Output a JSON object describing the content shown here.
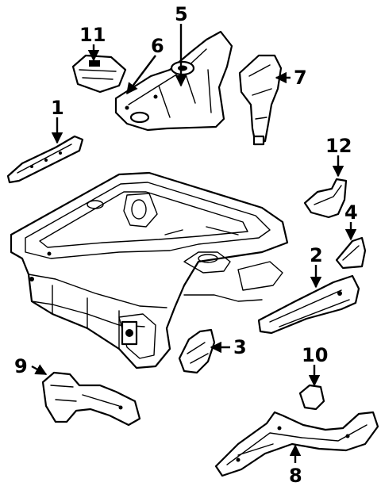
{
  "callouts": [
    {
      "key": "1",
      "label": "1"
    },
    {
      "key": "2",
      "label": "2"
    },
    {
      "key": "3",
      "label": "3"
    },
    {
      "key": "4",
      "label": "4"
    },
    {
      "key": "5",
      "label": "5"
    },
    {
      "key": "6",
      "label": "6"
    },
    {
      "key": "7",
      "label": "7"
    },
    {
      "key": "8",
      "label": "8"
    },
    {
      "key": "9",
      "label": "9"
    },
    {
      "key": "10",
      "label": "10"
    },
    {
      "key": "11",
      "label": "11"
    },
    {
      "key": "12",
      "label": "12"
    }
  ]
}
